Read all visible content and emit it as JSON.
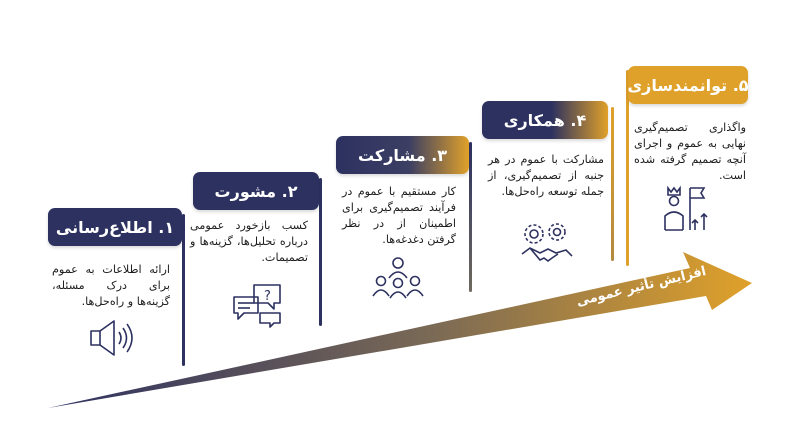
{
  "colors": {
    "navy": "#2d3160",
    "gold": "#e0a12a",
    "line_start": "#2d3160",
    "line_end": "#e0a12a"
  },
  "arrow": {
    "label": "افزایش تأثیر عمومی"
  },
  "steps": [
    {
      "title": "۱. اطلاع‌رسانی",
      "text": "ارائه اطلاعات به عموم برای درک مسئله، گزینه‌ها و راه‌حل‌ها.",
      "icon": "speaker-icon",
      "color": "#2d3160"
    },
    {
      "title": "۲. مشورت",
      "text": "کسب بازخورد عمومی درباره تحلیل‌ها، گزینه‌ها و تصمیمات.",
      "icon": "speech-bubbles-icon",
      "color": "#2d3160"
    },
    {
      "title": "۳. مشارکت",
      "text": "کار مستقیم با عموم در فرآیند تصمیم‌گیری برای اطمینان از در نظر گرفتن دغدغه‌ها.",
      "icon": "group-icon",
      "color": "#2d3160"
    },
    {
      "title": "۴. همکاری",
      "text": "مشارکت با عموم در هر جنبه از تصمیم‌گیری، از جمله توسعه راه‌حل‌ها.",
      "icon": "gears-handshake-icon",
      "color": "#2d3160"
    },
    {
      "title": "۵. توانمندسازی",
      "text": "واگذاری تصمیم‌گیری نهایی به عموم و اجرای آنچه تصمیم گرفته شده است.",
      "icon": "leader-flag-icon",
      "color": "#e0a12a"
    }
  ]
}
